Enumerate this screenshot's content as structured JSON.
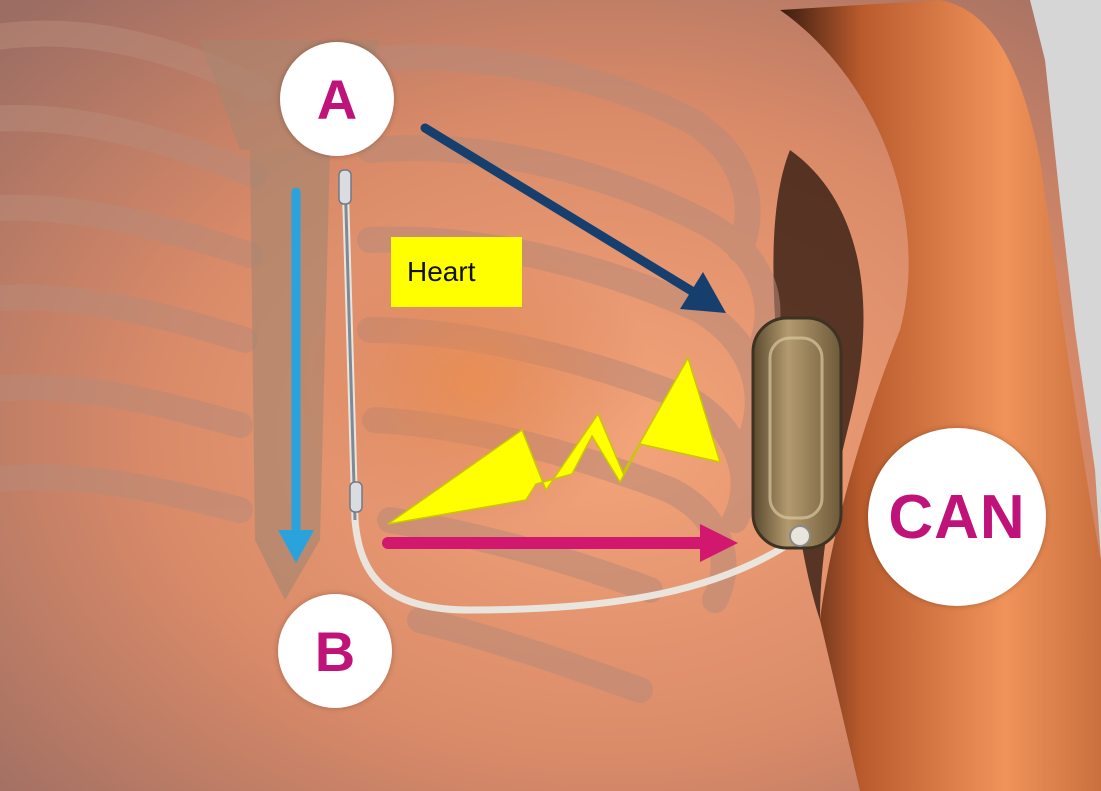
{
  "labels": {
    "a": "A",
    "b": "B",
    "can": "CAN",
    "heart": "Heart"
  },
  "colors": {
    "label_text": "#c0137a",
    "arrow_a_to_can": "#173f6e",
    "arrow_a_to_b": "#2aa3dc",
    "arrow_lead_to_can": "#d1176e",
    "shock_bolt": "#ffff00",
    "heart_box": "#ffff00",
    "skin": "#e0916a",
    "background": "#d8d8d8"
  },
  "icons": {
    "shock": "lightning-bolt-icon",
    "device": "defibrillator-can-icon",
    "lead": "subcutaneous-lead-icon"
  }
}
